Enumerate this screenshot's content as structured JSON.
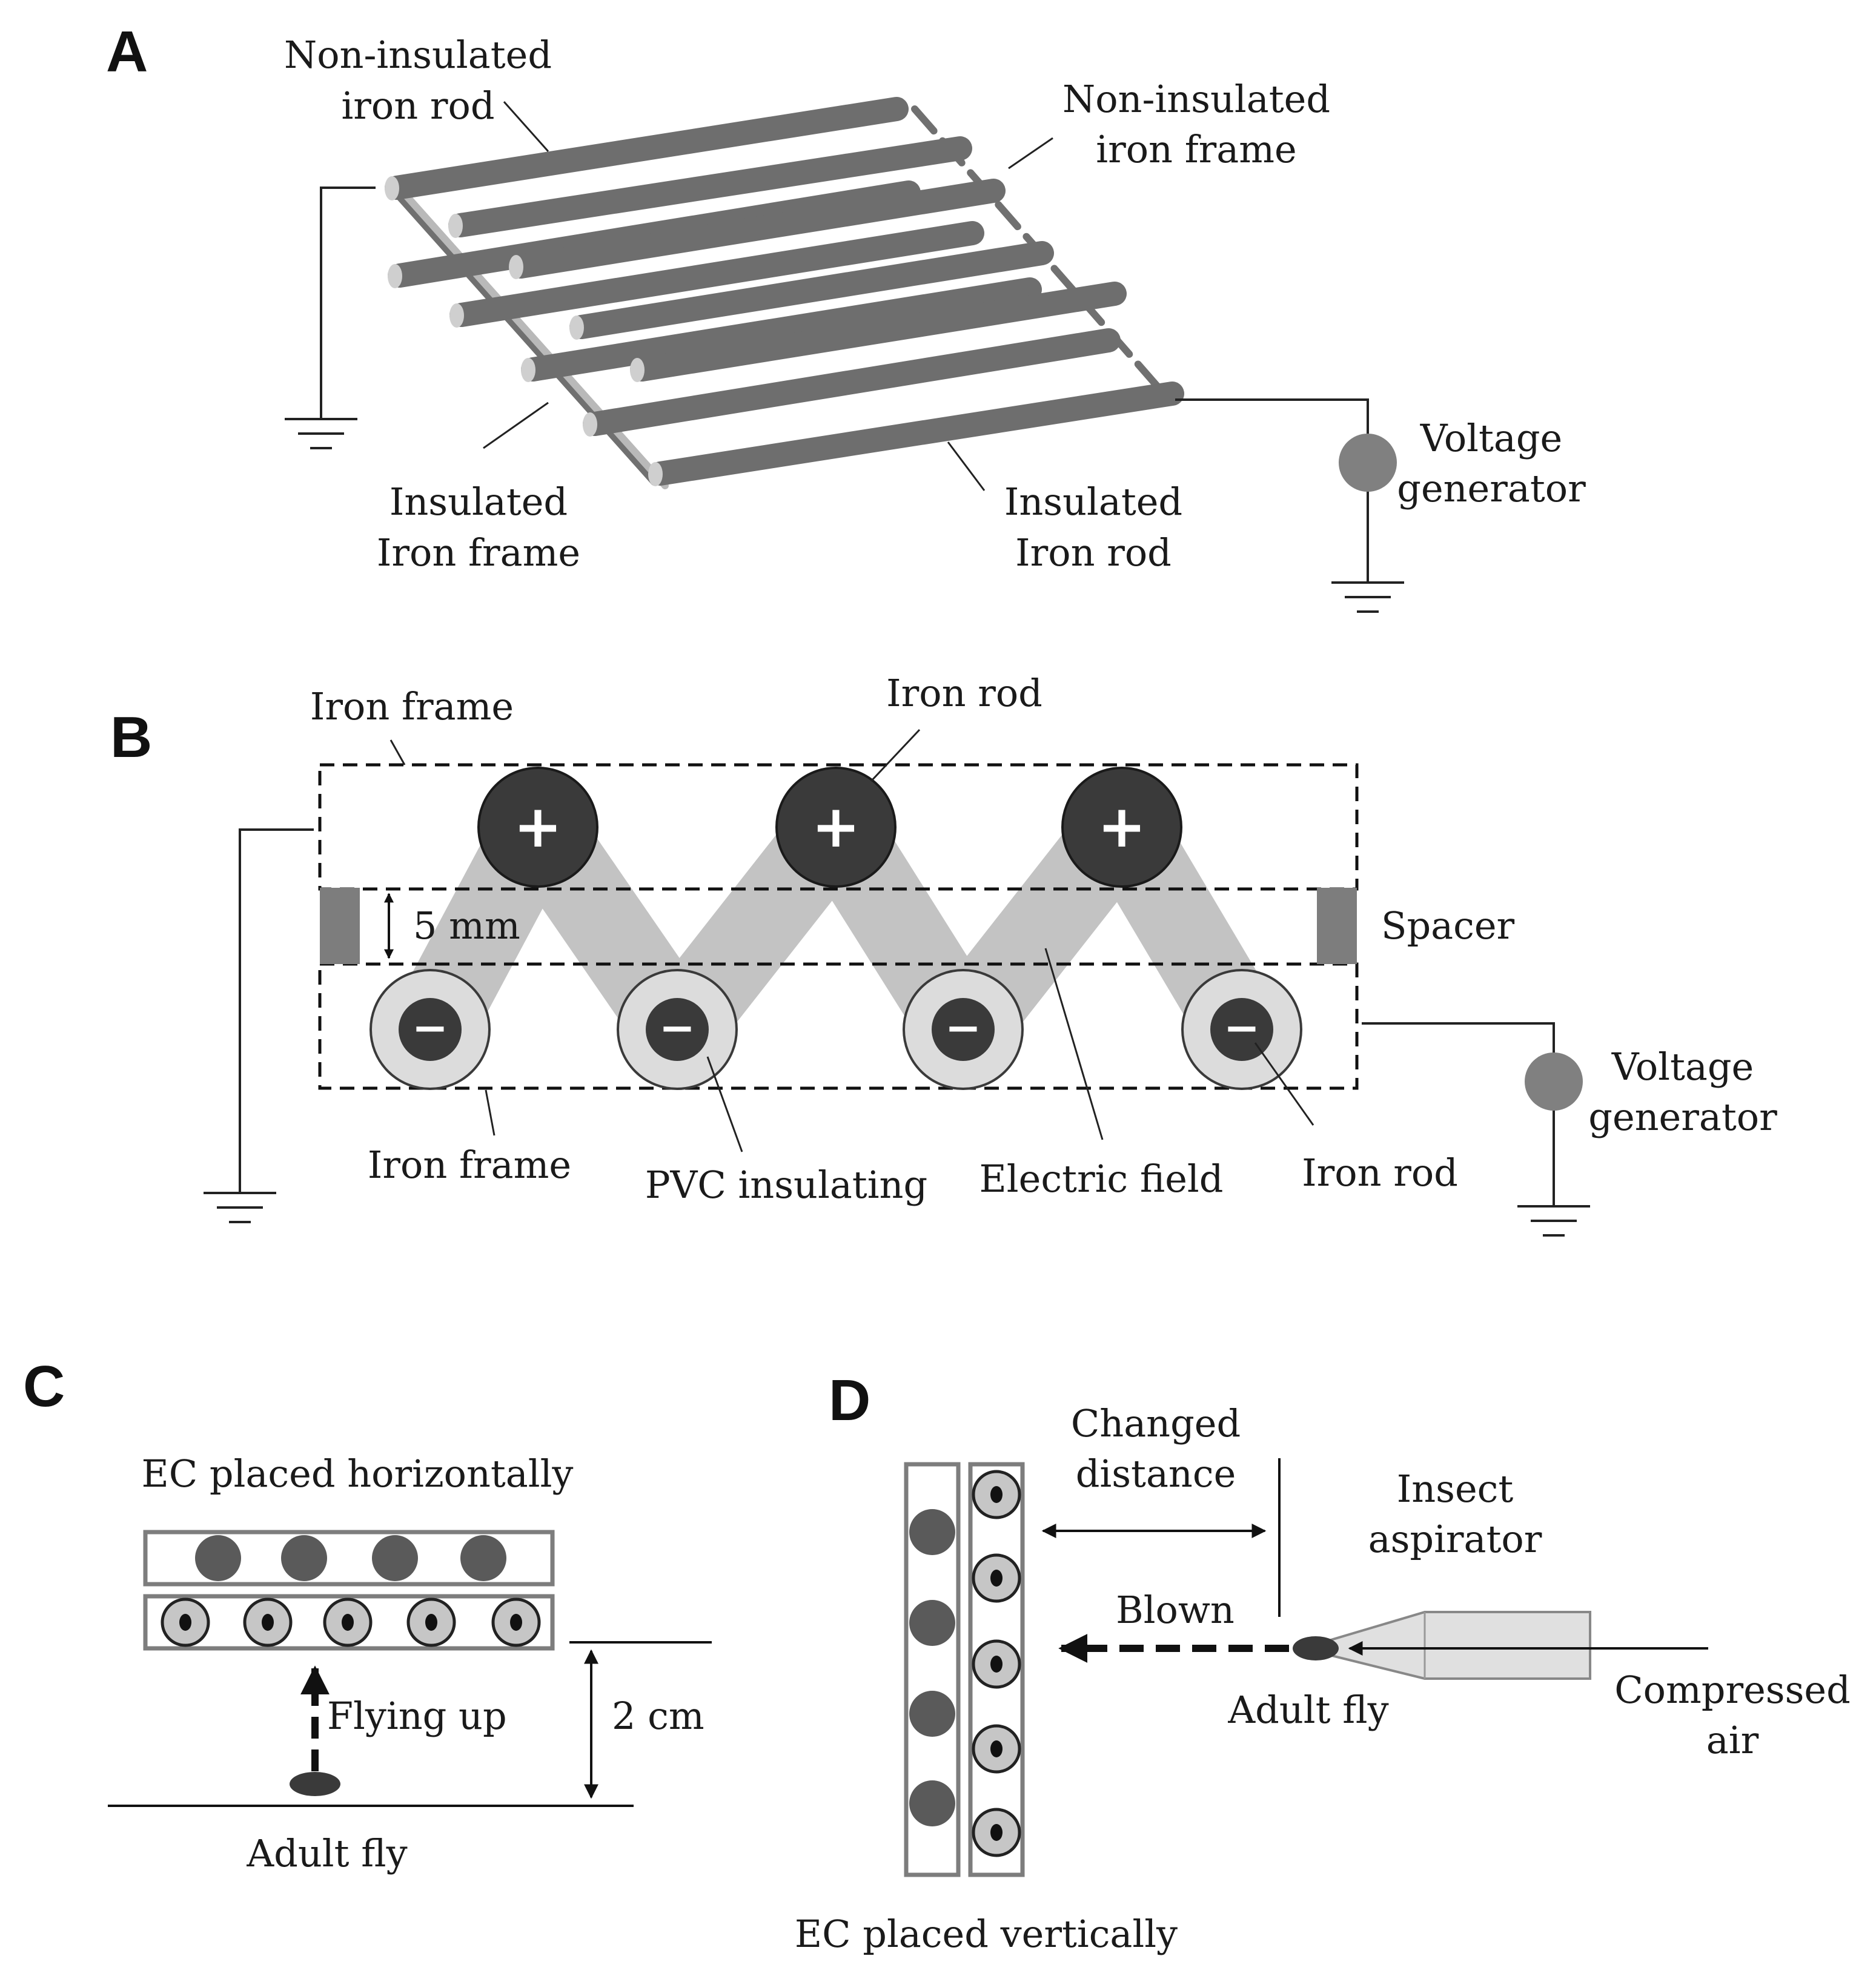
{
  "panels": {
    "a": {
      "letter": "A",
      "labels": {
        "non_insulated_rod": [
          "Non-insulated",
          "iron rod"
        ],
        "non_insulated_frame": [
          "Non-insulated",
          "iron frame"
        ],
        "insulated_frame": [
          "Insulated",
          "Iron frame"
        ],
        "insulated_rod": [
          "Insulated",
          "Iron rod"
        ],
        "voltage_generator": [
          "Voltage",
          "generator"
        ]
      }
    },
    "b": {
      "letter": "B",
      "labels": {
        "iron_frame_top": "Iron frame",
        "iron_rod_top": "Iron rod",
        "gap": "5 mm",
        "spacer": "Spacer",
        "iron_frame_bottom": "Iron frame",
        "pvc": "PVC insulating",
        "field": "Electric field",
        "iron_rod_bottom": "Iron rod",
        "voltage_generator": [
          "Voltage",
          "generator"
        ]
      },
      "signs": {
        "positive": "+",
        "negative": "−"
      }
    },
    "c": {
      "letter": "C",
      "labels": {
        "title": "EC placed horizontally",
        "flying": "Flying up",
        "distance": "2 cm",
        "fly": "Adult fly"
      }
    },
    "d": {
      "letter": "D",
      "labels": {
        "distance": [
          "Changed",
          "distance"
        ],
        "aspirator": [
          "Insect",
          "aspirator"
        ],
        "blown": "Blown",
        "fly": "Adult fly",
        "air": [
          "Compressed",
          "air"
        ],
        "title": "EC placed vertically"
      }
    }
  },
  "colors": {
    "rod": "#6e6e6e",
    "rod_dark": "#3a3a3a",
    "field": "#c3c3c3",
    "insulation": "#dcdcdc",
    "spacer": "#7d7d7d",
    "generator": "#808080",
    "aspirator": "#e0e0e0"
  }
}
